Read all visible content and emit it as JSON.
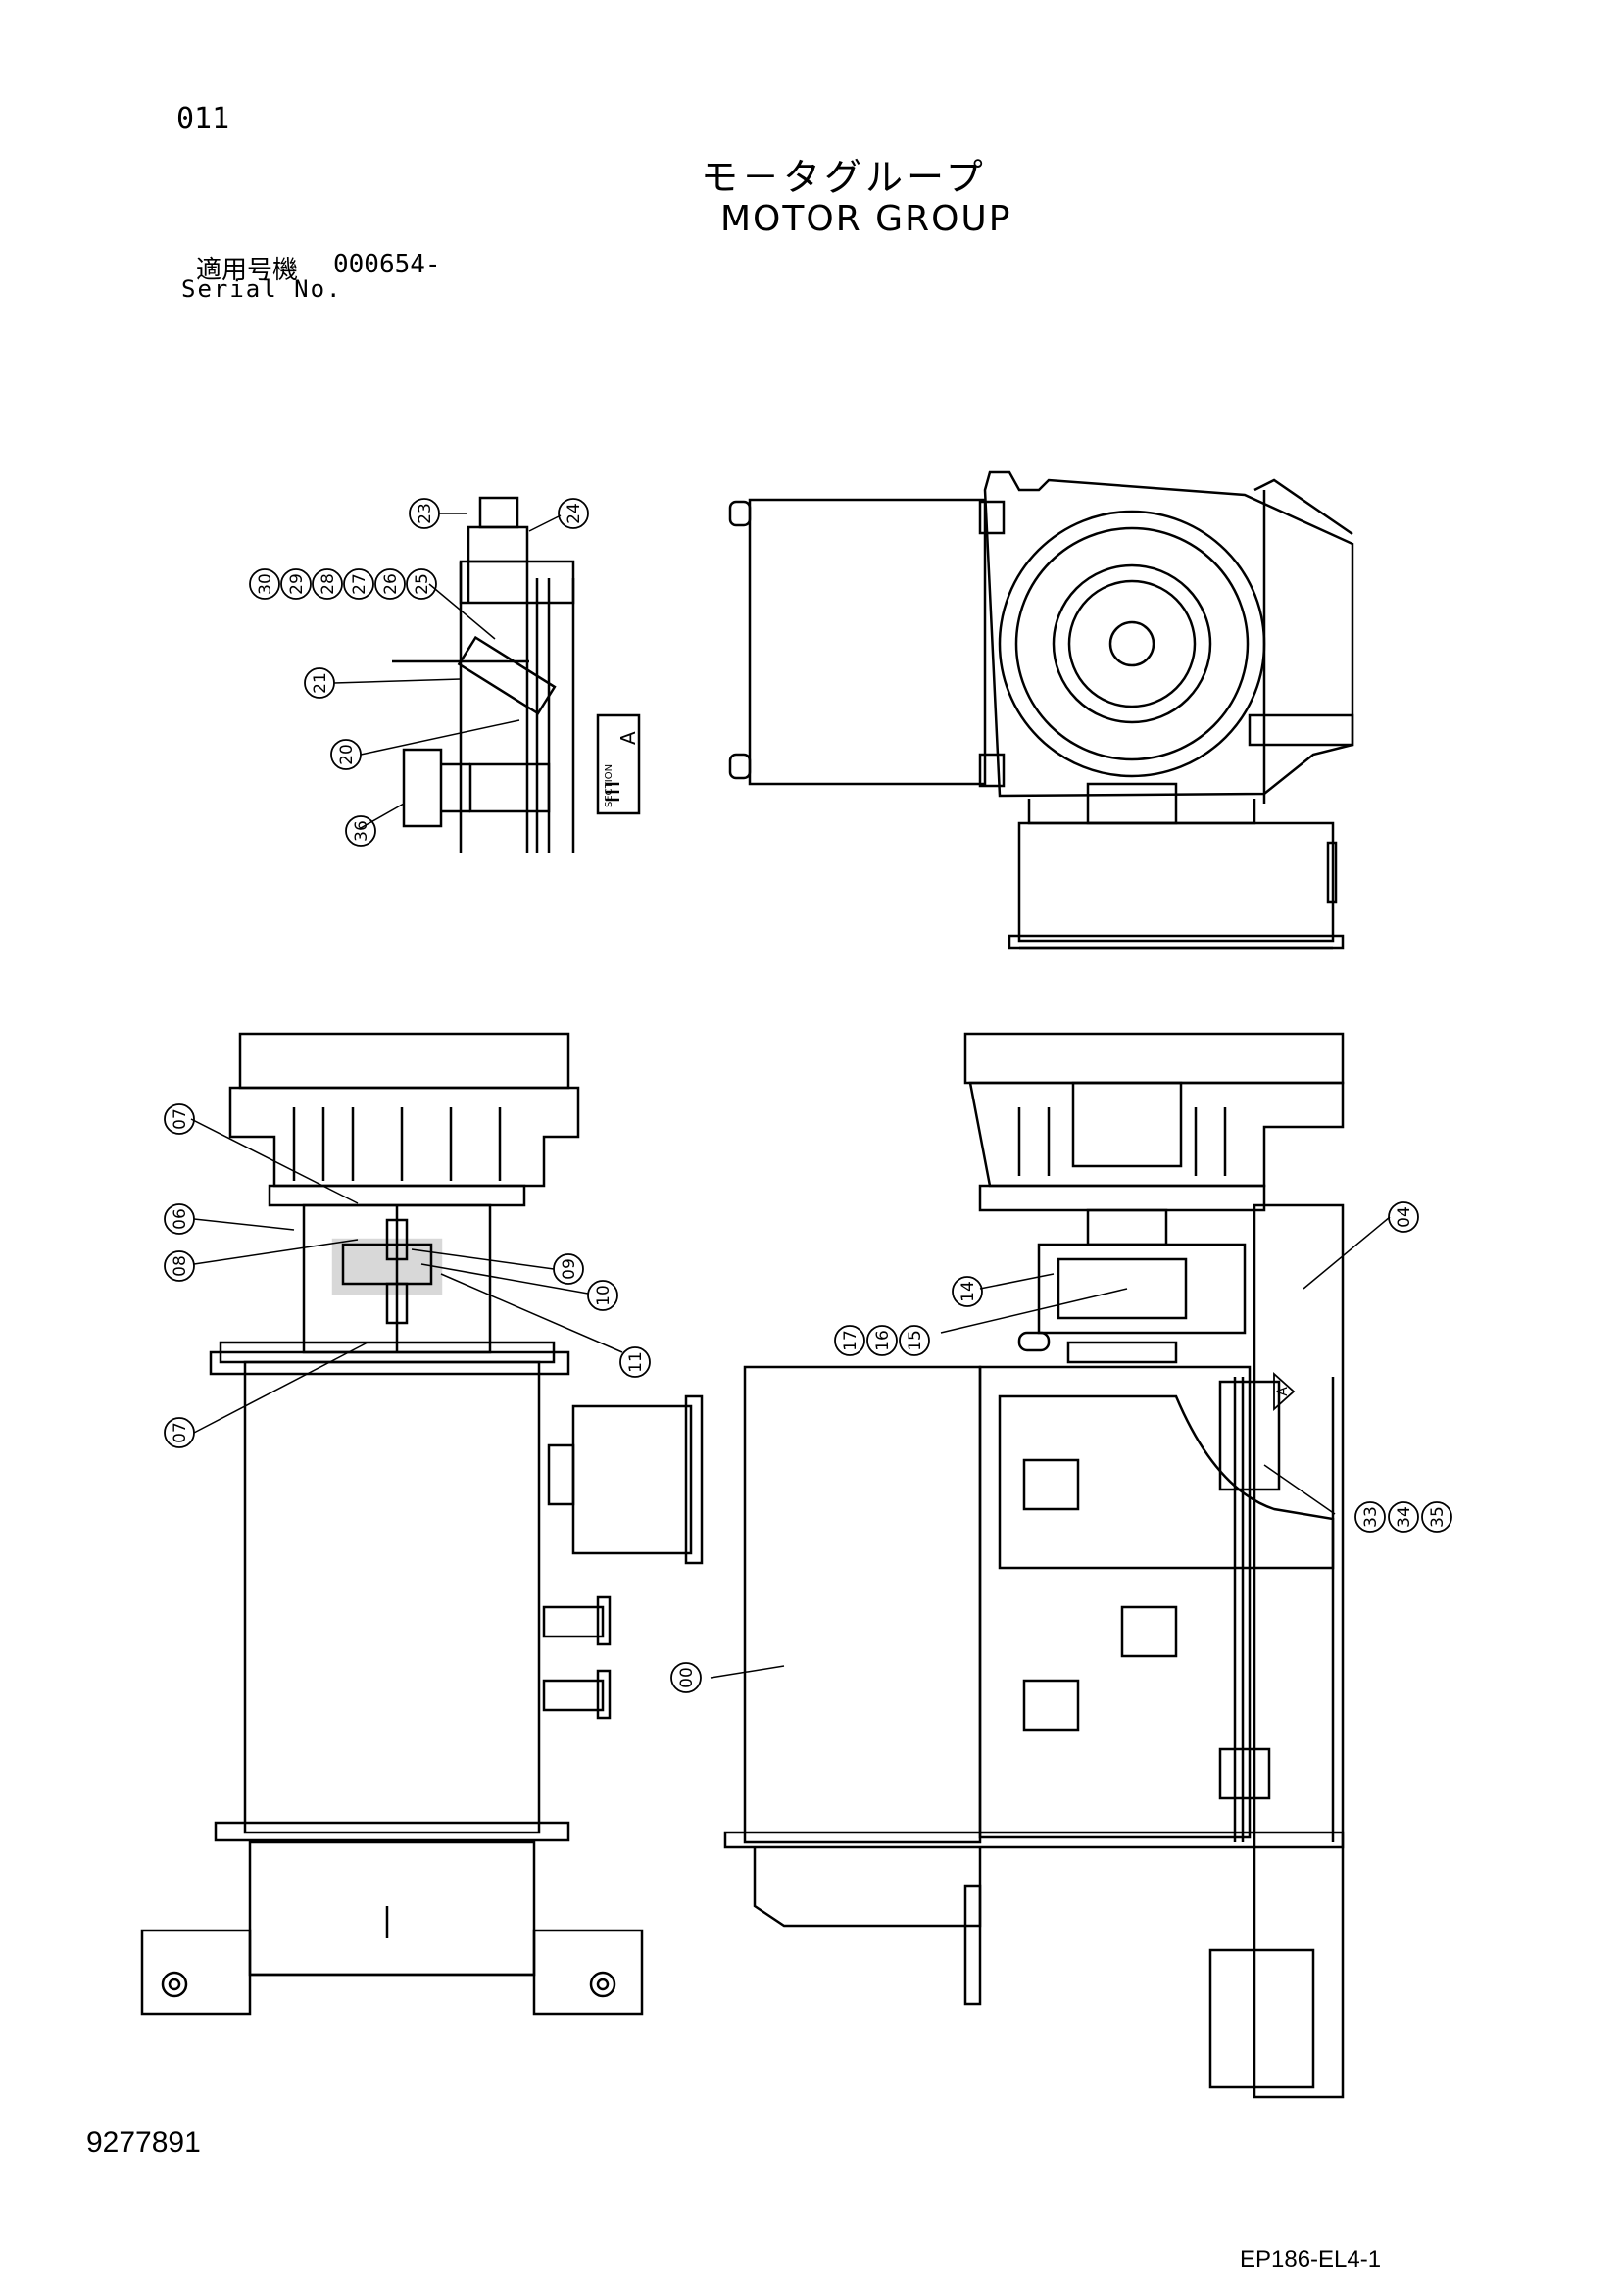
{
  "header": {
    "page_number": "011",
    "title_jp": "モ－タグループ",
    "title_en": "MOTOR GROUP",
    "serial_label_jp": "適用号機",
    "serial_value": "000654-",
    "serial_label_en": "Serial No."
  },
  "footer": {
    "document_number": "9277891",
    "drawing_code": "EP186-EL4-1"
  },
  "detail_view": {
    "section_label": "A",
    "section_tag": "SECTION"
  },
  "callouts": {
    "c23": "23",
    "c24": "24",
    "c30": "30",
    "c29": "29",
    "c28": "28",
    "c27": "27",
    "c26": "26",
    "c25": "25",
    "c21": "21",
    "c20": "20",
    "c36": "36",
    "c07a": "07",
    "c06": "06",
    "c08": "08",
    "c09": "09",
    "c10": "10",
    "c11": "11",
    "c07b": "07",
    "c04": "04",
    "c14": "14",
    "c17": "17",
    "c16": "16",
    "c15": "15",
    "c33": "33",
    "c34": "34",
    "c35": "35",
    "c00": "00",
    "arrowA": "A"
  }
}
